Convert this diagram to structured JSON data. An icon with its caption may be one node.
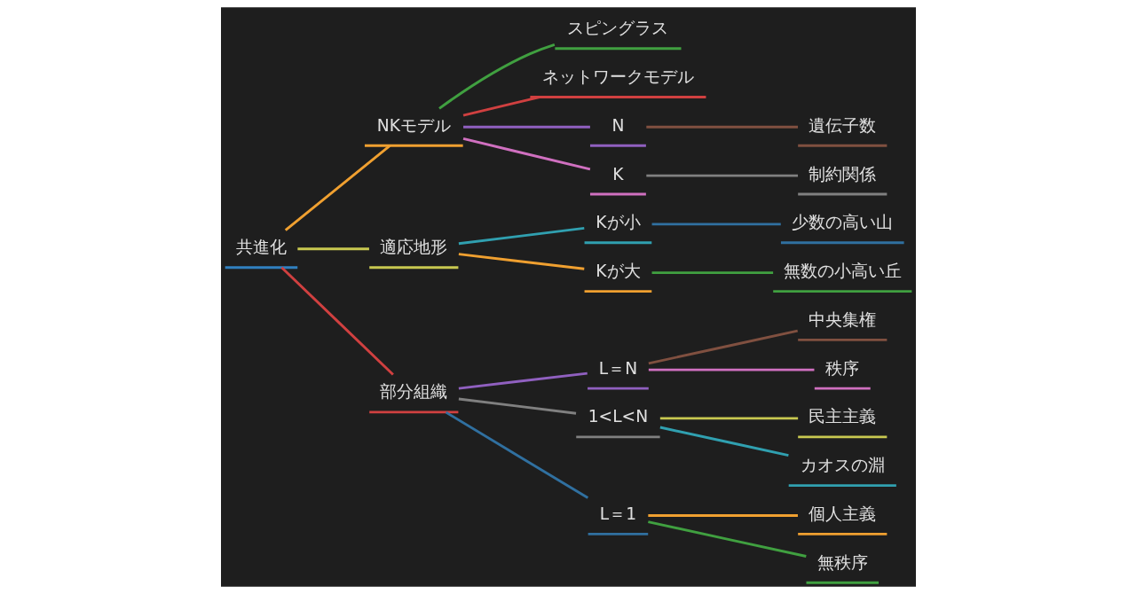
{
  "diagram": {
    "nodes": [
      {
        "text": [
          "共進化"
        ]
      },
      {
        "text": [
          "NKモデル"
        ]
      },
      {
        "text": [
          "スピングラス"
        ]
      },
      {
        "text": [
          "ネットワークモデル"
        ]
      },
      {
        "text": [
          "N"
        ]
      },
      {
        "text": [
          "遺伝子数"
        ]
      },
      {
        "text": [
          "K"
        ]
      },
      {
        "text": [
          "制約関係"
        ]
      },
      {
        "text": [
          "適応地形"
        ]
      },
      {
        "text": [
          "Kが小"
        ]
      },
      {
        "text": [
          "少数の高い山"
        ]
      },
      {
        "text": [
          "Kが大"
        ]
      },
      {
        "text": [
          "無数の小高い丘"
        ]
      },
      {
        "text": [
          "部分組織"
        ]
      },
      {
        "text": [
          "L＝N"
        ]
      },
      {
        "text": [
          "中央集権"
        ]
      },
      {
        "text": [
          "秩序"
        ]
      },
      {
        "text": [
          "1<L<N"
        ]
      },
      {
        "text": [
          "民主主義"
        ]
      },
      {
        "text": [
          "カオスの淵"
        ]
      },
      {
        "text": [
          "L＝1"
        ]
      },
      {
        "text": [
          "個人主義"
        ]
      },
      {
        "text": [
          "無秩序"
        ]
      }
    ],
    "edges": [
      {
        "from": 0,
        "to": 1,
        "arrow": "none",
        "color": "#f0a030"
      },
      {
        "from": 1,
        "to": 2,
        "arrow": "none",
        "color": "#40a040"
      },
      {
        "from": 1,
        "to": 3,
        "arrow": "none",
        "color": "#d04040"
      },
      {
        "from": 1,
        "to": 4,
        "arrow": "none",
        "color": "#9060c0"
      },
      {
        "from": 4,
        "to": 5,
        "arrow": "none",
        "color": "#805040"
      },
      {
        "from": 1,
        "to": 6,
        "arrow": "none",
        "color": "#d070c0"
      },
      {
        "from": 6,
        "to": 7,
        "arrow": "none",
        "color": "#808080"
      },
      {
        "from": 0,
        "to": 8,
        "arrow": "none",
        "color": "#c8c850"
      },
      {
        "from": 8,
        "to": 9,
        "arrow": "none",
        "color": "#30a0b0"
      },
      {
        "from": 9,
        "to": 10,
        "arrow": "none",
        "color": "#3070a0"
      },
      {
        "from": 8,
        "to": 11,
        "arrow": "none",
        "color": "#f0a030"
      },
      {
        "from": 11,
        "to": 12,
        "arrow": "none",
        "color": "#40a040"
      },
      {
        "from": 0,
        "to": 13,
        "arrow": "none",
        "color": "#d04040"
      },
      {
        "from": 13,
        "to": 14,
        "arrow": "none",
        "color": "#9060c0"
      },
      {
        "from": 14,
        "to": 15,
        "arrow": "none",
        "color": "#805040"
      },
      {
        "from": 14,
        "to": 16,
        "arrow": "none",
        "color": "#d070c0"
      },
      {
        "from": 13,
        "to": 17,
        "arrow": "none",
        "color": "#808080"
      },
      {
        "from": 17,
        "to": 18,
        "arrow": "none",
        "color": "#c8c850"
      },
      {
        "from": 17,
        "to": 19,
        "arrow": "none",
        "color": "#30a0b0"
      },
      {
        "from": 13,
        "to": 20,
        "arrow": "none",
        "color": "#3070a0"
      },
      {
        "from": 20,
        "to": 21,
        "arrow": "none",
        "color": "#f0a030"
      },
      {
        "from": 20,
        "to": 22,
        "arrow": "none",
        "color": "#40a040"
      }
    ]
  }
}
